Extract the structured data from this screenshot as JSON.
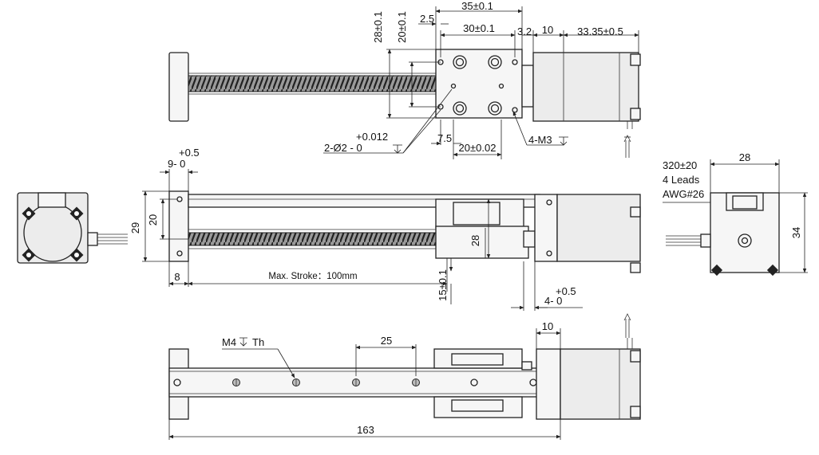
{
  "labels": {
    "top_35": "35±0.1",
    "top_2_5": "2.5",
    "top_30": "30±0.1",
    "top_3_2": "3.2",
    "top_10": "10",
    "top_33_35": "33.35±0.5",
    "top_28": "28±0.1",
    "top_20v": "20±0.1",
    "tol_0012": "+0.012",
    "hole_2phi2": "2-Ø2 - 0",
    "dim_7_5": "7.5",
    "dim_20_002": "20±0.02",
    "m3": "4-M3",
    "tol_05_a": "+0.5",
    "dim_9_0": "9- 0",
    "dim_29": "29",
    "dim_20_side": "20",
    "dim_8": "8",
    "max_stroke": "Max. Stroke：100mm",
    "dim_28_mid": "28",
    "dim_15": "15±0.1",
    "tol_05_b": "+0.5",
    "dim_4_0": "4- 0",
    "lead_320": "320±20",
    "lead_4": "4 Leads",
    "lead_awg": "AWG#26",
    "right_28": "28",
    "right_34": "34",
    "m4": "M4",
    "th": "Th",
    "dim_25": "25",
    "dim_10_bot": "10",
    "dim_163": "163"
  }
}
